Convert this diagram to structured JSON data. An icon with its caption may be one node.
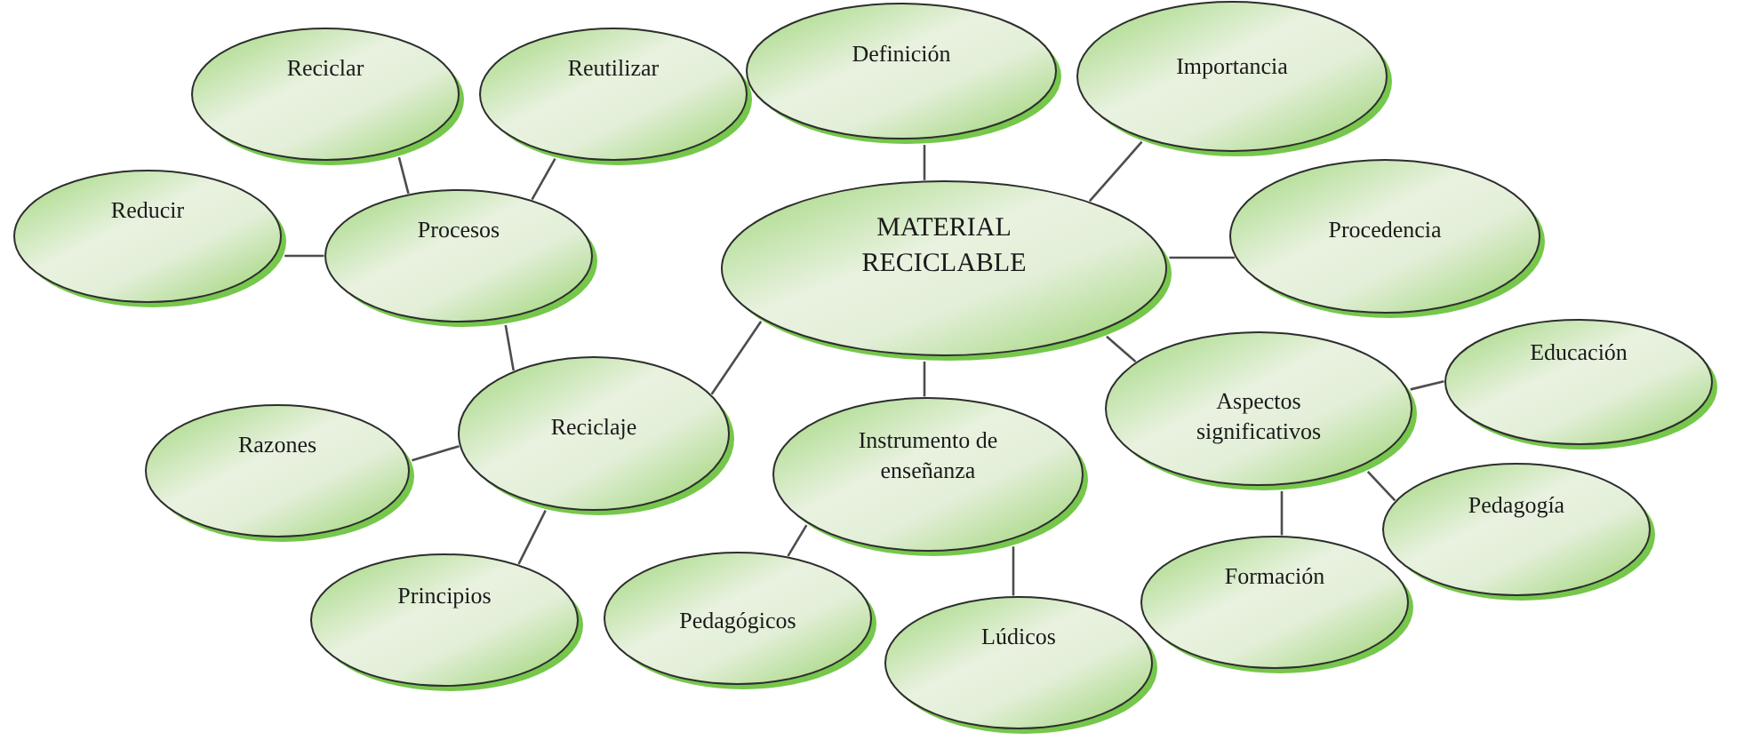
{
  "diagram": {
    "nodes": [
      {
        "text": [
          "Reciclar"
        ]
      },
      {
        "text": [
          "Reutilizar"
        ]
      },
      {
        "text": [
          "Definición"
        ]
      },
      {
        "text": [
          "Importancia"
        ]
      },
      {
        "text": [
          "Reducir"
        ]
      },
      {
        "text": [
          "Procesos"
        ]
      },
      {
        "text": [
          "MATERIAL RECICLABLE"
        ]
      },
      {
        "text": [
          "Procedencia"
        ]
      },
      {
        "text": [
          "Educación"
        ]
      },
      {
        "text": [
          "Aspectos significativos"
        ]
      },
      {
        "text": [
          "Reciclaje"
        ]
      },
      {
        "text": [
          "Razones"
        ]
      },
      {
        "text": [
          "Instrumento de enseñanza"
        ]
      },
      {
        "text": [
          "Pedagogía"
        ]
      },
      {
        "text": [
          "Formación"
        ]
      },
      {
        "text": [
          "Principios"
        ]
      },
      {
        "text": [
          "Pedagógicos"
        ]
      },
      {
        "text": [
          "Lúdicos"
        ]
      }
    ],
    "edges": [
      {
        "from": 6,
        "to": 2,
        "arrow": "none"
      },
      {
        "from": 6,
        "to": 3,
        "arrow": "none"
      },
      {
        "from": 6,
        "to": 7,
        "arrow": "none"
      },
      {
        "from": 6,
        "to": 9,
        "arrow": "none"
      },
      {
        "from": 6,
        "to": 12,
        "arrow": "none"
      },
      {
        "from": 6,
        "to": 10,
        "arrow": "none"
      },
      {
        "from": 10,
        "to": 5,
        "arrow": "none"
      },
      {
        "from": 5,
        "to": 0,
        "arrow": "none"
      },
      {
        "from": 5,
        "to": 1,
        "arrow": "none"
      },
      {
        "from": 5,
        "to": 4,
        "arrow": "none"
      },
      {
        "from": 10,
        "to": 11,
        "arrow": "none"
      },
      {
        "from": 10,
        "to": 15,
        "arrow": "none"
      },
      {
        "from": 12,
        "to": 16,
        "arrow": "none"
      },
      {
        "from": 12,
        "to": 17,
        "arrow": "none"
      },
      {
        "from": 9,
        "to": 8,
        "arrow": "none"
      },
      {
        "from": 9,
        "to": 13,
        "arrow": "none"
      },
      {
        "from": 9,
        "to": 14,
        "arrow": "none"
      }
    ]
  }
}
